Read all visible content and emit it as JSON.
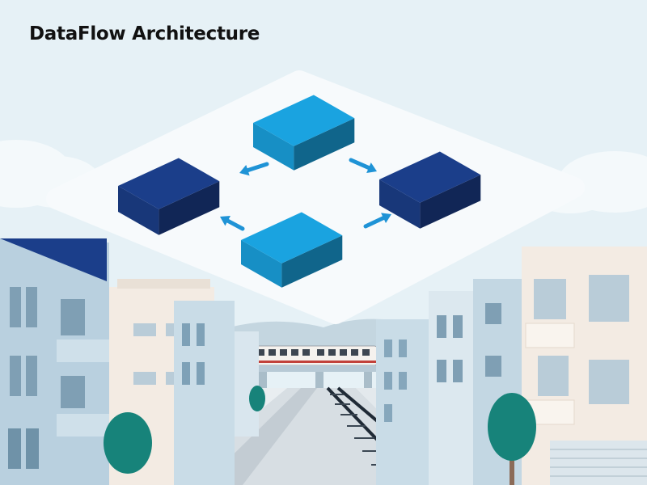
{
  "title": "DataFlow Architecture",
  "diagram": {
    "nodes": [
      {
        "id": "top",
        "role": "light-blue block"
      },
      {
        "id": "left",
        "role": "dark-navy block"
      },
      {
        "id": "right",
        "role": "dark-navy block"
      },
      {
        "id": "bottom",
        "role": "light-blue block"
      }
    ],
    "edges": [
      {
        "from": "top",
        "to": "left"
      },
      {
        "from": "top",
        "to": "right"
      },
      {
        "from": "bottom",
        "to": "left"
      },
      {
        "from": "bottom",
        "to": "right"
      }
    ]
  },
  "colors": {
    "sky": "#e6f1f6",
    "platform": "#f7fafc",
    "block_light": "#1aa3e0",
    "block_dark": "#1b3e8a",
    "arrow": "#1f93d6",
    "title": "#111111",
    "building_blue": "#b9d0df",
    "building_cream": "#f3ebe3",
    "tree": "#17837a"
  }
}
